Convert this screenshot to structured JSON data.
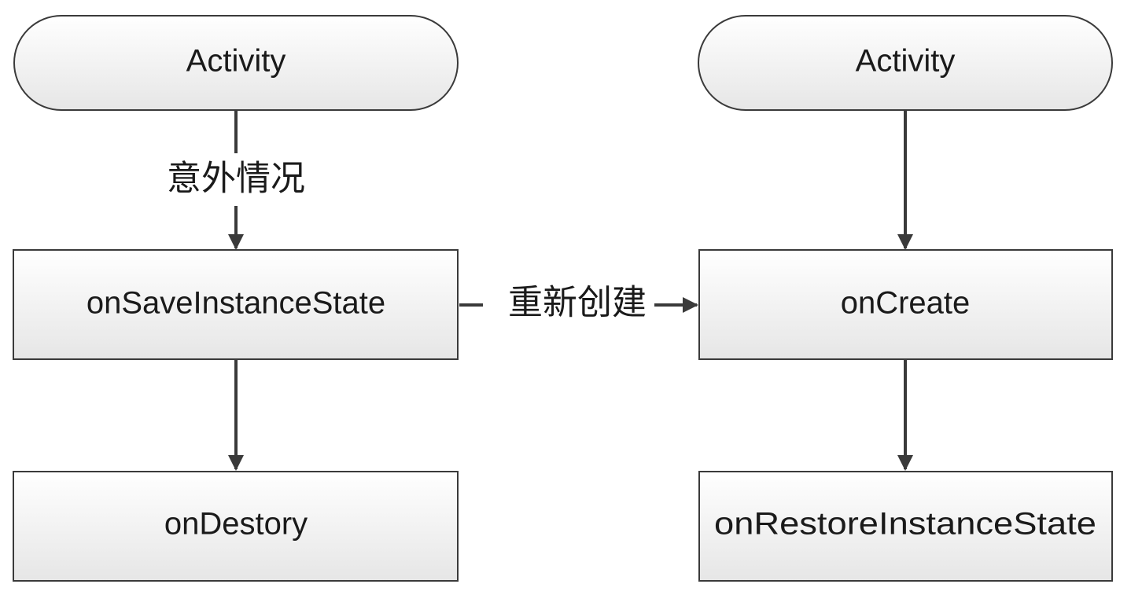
{
  "diagram": {
    "left": {
      "start_node": "Activity",
      "edge_label": "意外情况",
      "save_node": "onSaveInstanceState",
      "end_node": "onDestory"
    },
    "cross_edge_label": "重新创建",
    "right": {
      "start_node": "Activity",
      "create_node": "onCreate",
      "restore_node": "onRestoreInstanceState"
    }
  }
}
